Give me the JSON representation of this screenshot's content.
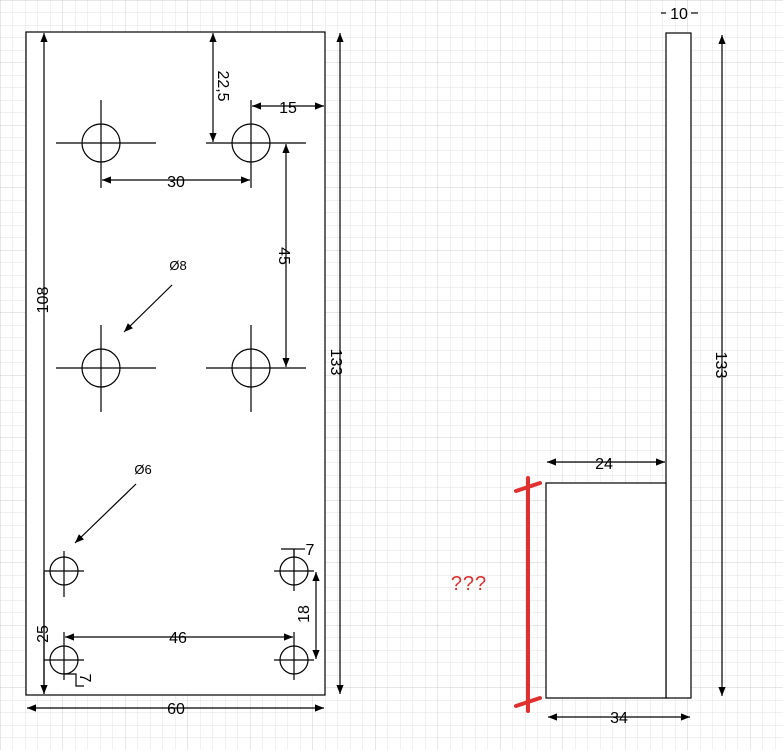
{
  "front_view": {
    "dims": {
      "height_108": "108",
      "hole_top_offset": "22,5",
      "hole_right_offset": "15",
      "hole_spacing_x": "30",
      "hole_spacing_y": "45",
      "overall_height": "133",
      "overall_width": "60",
      "small_hole_spacing_x": "46",
      "small_hole_spacing_y": "18",
      "small_hole_bottom": "25",
      "small_hole_right": "7",
      "small_hole_left": "7"
    },
    "callouts": {
      "large_hole_diameter": "Ø8",
      "small_hole_diameter": "Ø6"
    }
  },
  "side_view": {
    "dims": {
      "thickness": "10",
      "overall_height": "133",
      "flange_inner_width": "24",
      "flange_total_width": "34"
    },
    "unknown_label": "???"
  },
  "colors": {
    "line": "#000000",
    "grid_minor": "#e3e3e3",
    "grid_major": "#c8c8c8",
    "highlight": "#e03030"
  }
}
